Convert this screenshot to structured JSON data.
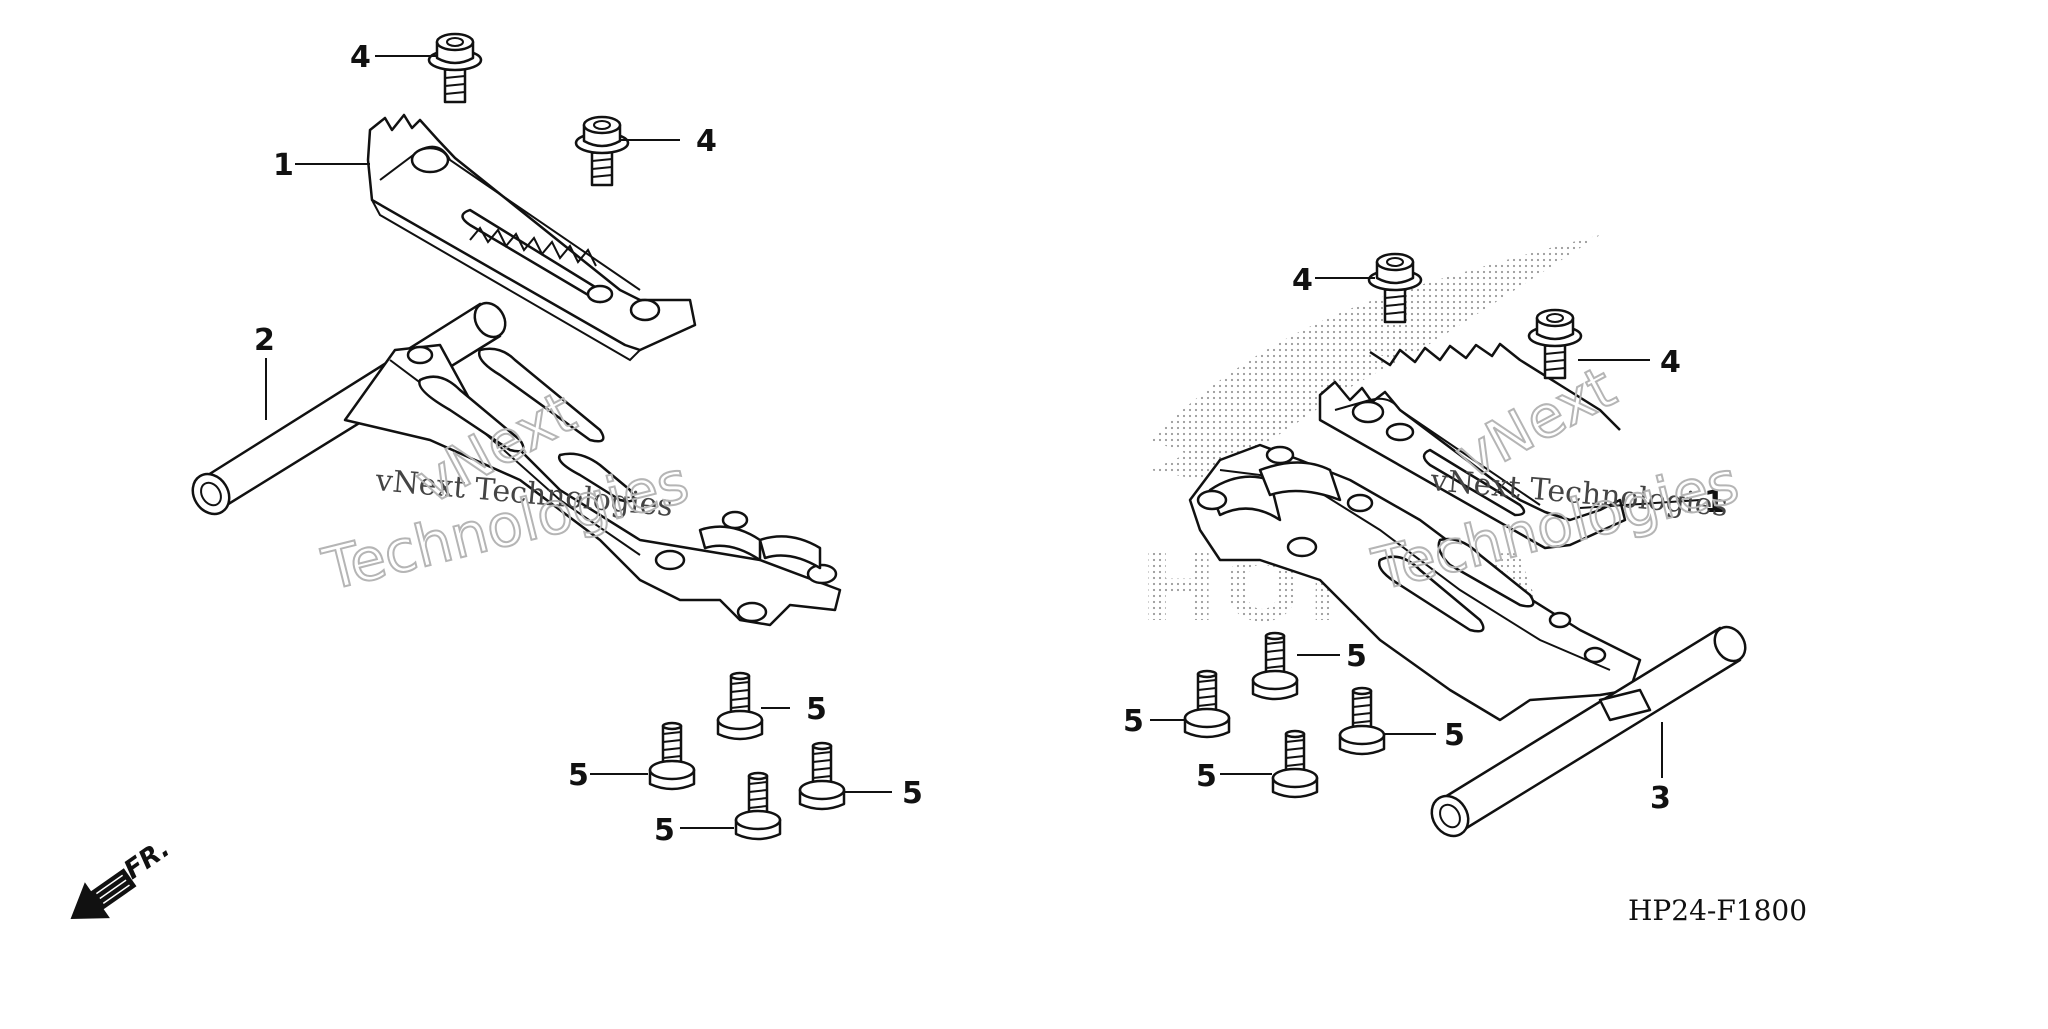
{
  "diagram": {
    "code": "HP24-F1800",
    "direction_label": "FR.",
    "watermark_small": "vNext Technologies",
    "watermark_big_1": "vNext",
    "watermark_big_2": "Technologies",
    "brand_word": "HONDA",
    "callouts": [
      {
        "id": "l-step-1",
        "label": "1"
      },
      {
        "id": "l-bar-2",
        "label": "2"
      },
      {
        "id": "l-bolt-4a",
        "label": "4"
      },
      {
        "id": "l-bolt-4b",
        "label": "4"
      },
      {
        "id": "l-bolt-5a",
        "label": "5"
      },
      {
        "id": "l-bolt-5b",
        "label": "5"
      },
      {
        "id": "l-bolt-5c",
        "label": "5"
      },
      {
        "id": "l-bolt-5d",
        "label": "5"
      },
      {
        "id": "r-step-1",
        "label": "1"
      },
      {
        "id": "r-bar-3",
        "label": "3"
      },
      {
        "id": "r-bolt-4a",
        "label": "4"
      },
      {
        "id": "r-bolt-4b",
        "label": "4"
      },
      {
        "id": "r-bolt-5a",
        "label": "5"
      },
      {
        "id": "r-bolt-5b",
        "label": "5"
      },
      {
        "id": "r-bolt-5c",
        "label": "5"
      },
      {
        "id": "r-bolt-5d",
        "label": "5"
      }
    ]
  }
}
